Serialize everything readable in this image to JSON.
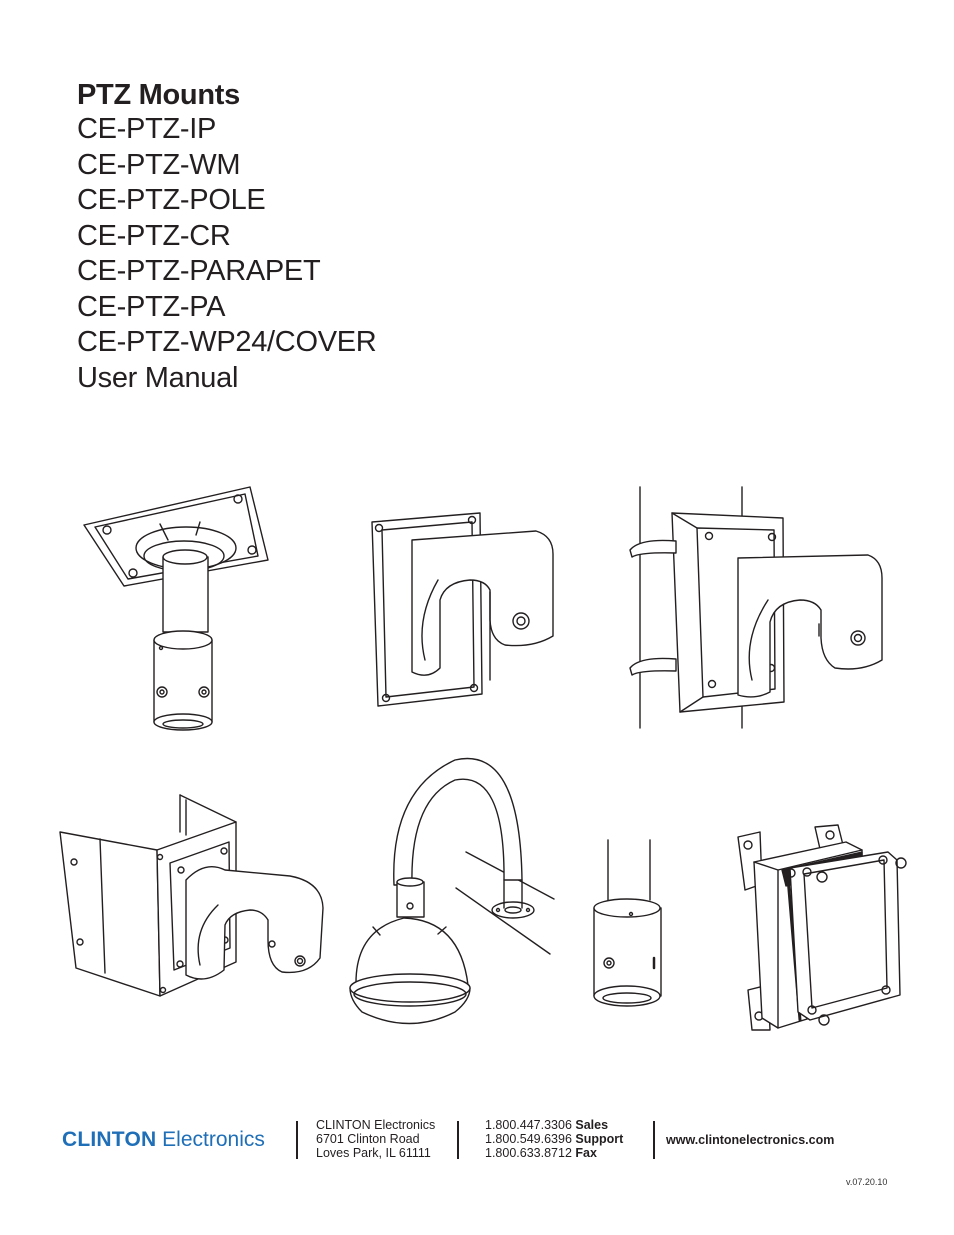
{
  "title": {
    "heading": "PTZ Mounts",
    "models": [
      "CE-PTZ-IP",
      "CE-PTZ-WM",
      "CE-PTZ-POLE",
      "CE-PTZ-CR",
      "CE-PTZ-PARAPET",
      "CE-PTZ-PA",
      "CE-PTZ-WP24/COVER"
    ],
    "subtitle": "User Manual"
  },
  "footer": {
    "logo_bold": "CLINTON",
    "logo_rest": " Electronics",
    "address": [
      "CLINTON Electronics",
      "6701 Clinton Road",
      "Loves Park, IL 61111"
    ],
    "phones": [
      {
        "number": "1.800.447.3306",
        "label": "Sales"
      },
      {
        "number": "1.800.549.6396",
        "label": "Support"
      },
      {
        "number": "1.800.633.8712",
        "label": "Fax"
      }
    ],
    "website": "www.clintonelectronics.com"
  },
  "version": "v.07.20.10"
}
